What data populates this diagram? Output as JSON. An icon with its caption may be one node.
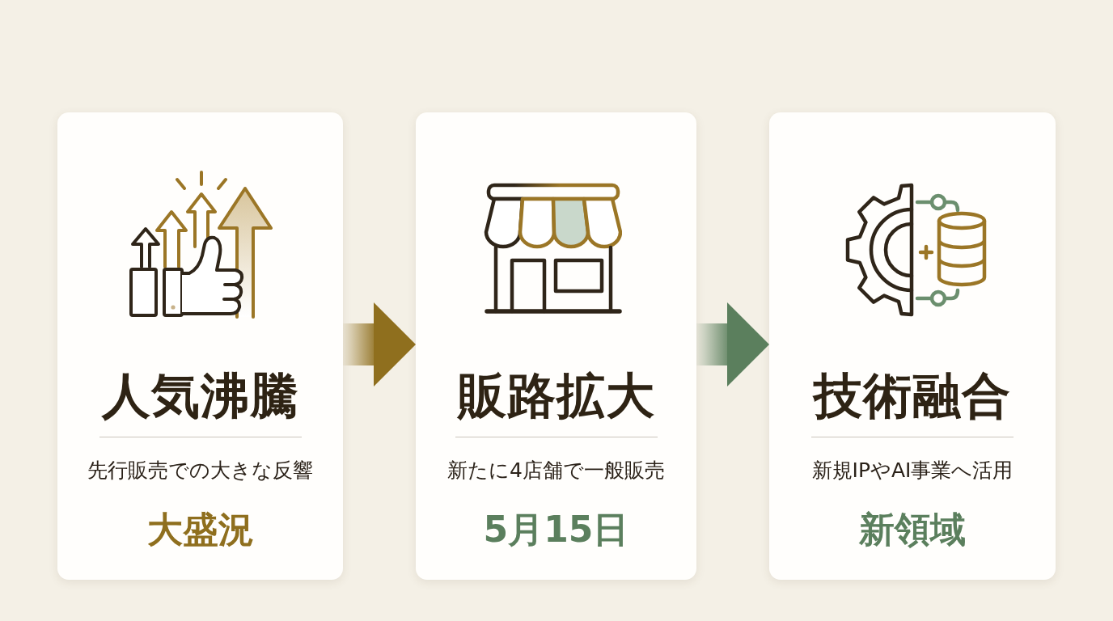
{
  "diagram": {
    "nodes": [
      {
        "text": [
          "人気沸騰",
          "先行販売での大きな反響",
          "大盛況"
        ]
      },
      {
        "text": [
          "販路拡大",
          "新たに4店舗で一般販売",
          "5月15日"
        ]
      },
      {
        "text": [
          "技術融合",
          "新規IPやAI事業へ活用",
          "新領域"
        ]
      }
    ],
    "edges": [
      {
        "from": 0,
        "to": 1,
        "arrow": "to",
        "color": "#8f6f1e"
      },
      {
        "from": 1,
        "to": 2,
        "arrow": "to",
        "color": "#5b7f5d"
      }
    ]
  }
}
